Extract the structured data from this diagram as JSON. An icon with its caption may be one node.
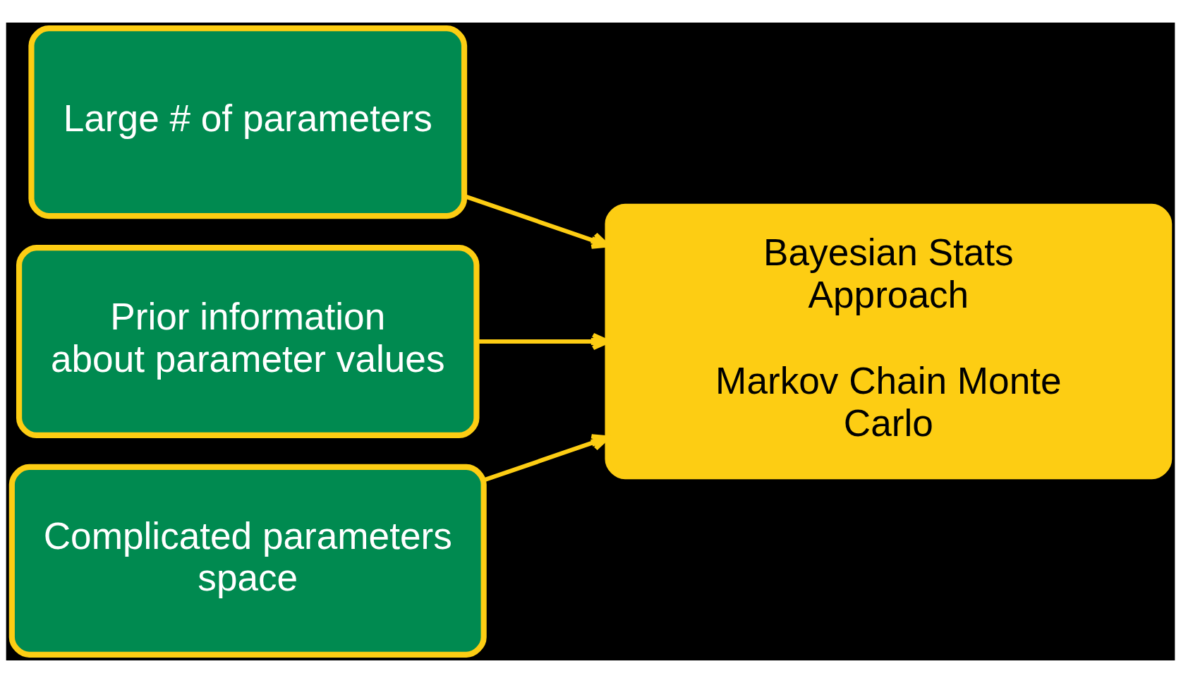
{
  "diagram": {
    "nodes": [
      {
        "text": [
          "Large # of parameters"
        ]
      },
      {
        "text": [
          "Prior information about parameter values"
        ]
      },
      {
        "text": [
          "Complicated parameters space"
        ]
      },
      {
        "text": [
          "Bayesian Stats Approach",
          "Markov Chain Monte Carlo"
        ]
      }
    ],
    "edges": [
      {
        "from": 0,
        "to": 3,
        "arrow": "to"
      },
      {
        "from": 1,
        "to": 3,
        "arrow": "to"
      },
      {
        "from": 2,
        "to": 3,
        "arrow": "to"
      }
    ]
  }
}
